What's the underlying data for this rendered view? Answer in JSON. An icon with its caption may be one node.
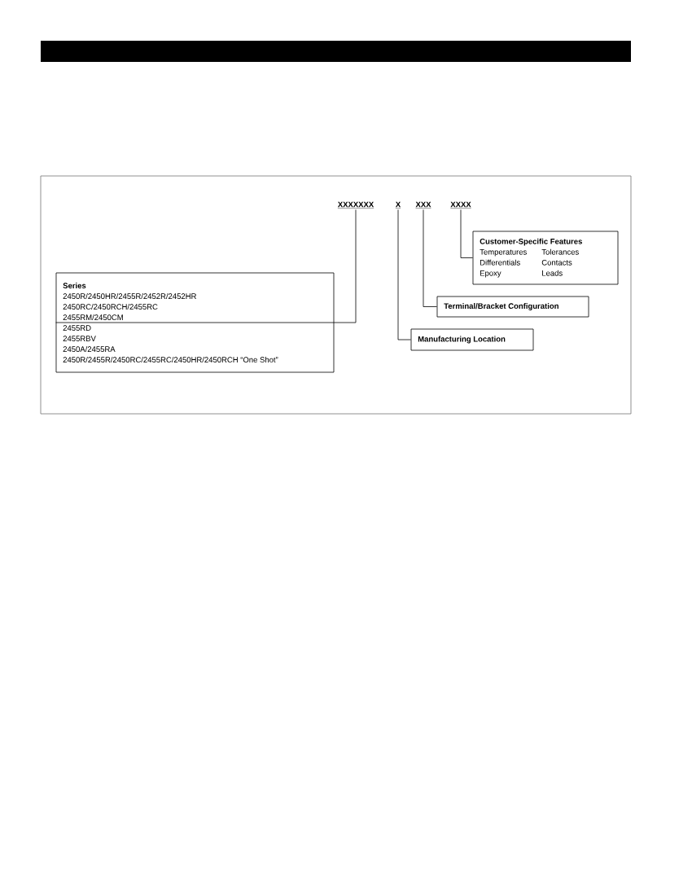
{
  "diagram": {
    "nodes": [
      {
        "text": [
          "XXXXXXX"
        ]
      },
      {
        "text": [
          "X"
        ]
      },
      {
        "text": [
          "XXX"
        ]
      },
      {
        "text": [
          "XXXX"
        ]
      },
      {
        "text": [
          "Customer-Specific Features",
          "Temperatures",
          "Tolerances",
          "Differentials",
          "Contacts",
          "Epoxy",
          "Leads"
        ]
      },
      {
        "text": [
          "Series",
          "2450R/2450HR/2455R/2452R/2452HR",
          "2450RC/2450RCH/2455RC",
          "2455RM/2450CM",
          "2455RD",
          "2455RBV",
          "2450A/2455RA",
          "2450R/2455R/2450RC/2455RC/2450HR/2450RCH “One Shot”"
        ]
      },
      {
        "text": [
          "Terminal/Bracket Configuration"
        ]
      },
      {
        "text": [
          "Manufacturing Location"
        ]
      }
    ],
    "edges": [
      {
        "from": 3,
        "to": 4,
        "arrow": "none"
      },
      {
        "from": 0,
        "to": 5,
        "arrow": "none"
      },
      {
        "from": 2,
        "to": 6,
        "arrow": "none"
      },
      {
        "from": 1,
        "to": 7,
        "arrow": "none"
      }
    ]
  }
}
